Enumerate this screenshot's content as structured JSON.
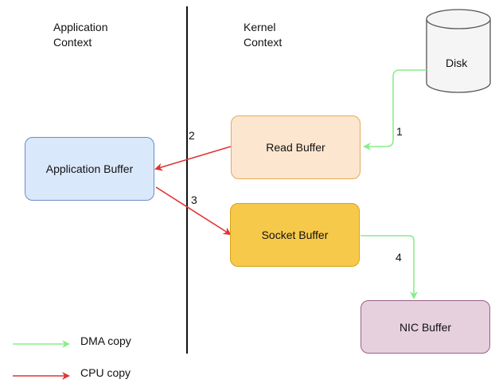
{
  "contexts": {
    "application": "Application\nContext",
    "kernel": "Kernel\nContext"
  },
  "nodes": {
    "disk": "Disk",
    "read_buffer": "Read Buffer",
    "application_buffer": "Application Buffer",
    "socket_buffer": "Socket Buffer",
    "nic_buffer": "NIC Buffer"
  },
  "steps": {
    "s1": "1",
    "s2": "2",
    "s3": "3",
    "s4": "4"
  },
  "legend": {
    "dma": "DMA copy",
    "cpu": "CPU copy"
  },
  "colors": {
    "dma_arrow": "#88ee88",
    "cpu_arrow": "#e03333",
    "read_fill": "#fde6cf",
    "read_border": "#e8a95b",
    "app_fill": "#dae8fc",
    "app_border": "#6c8ebf",
    "socket_fill": "#f7c94b",
    "socket_border": "#d6a21a",
    "nic_fill": "#e6d0de",
    "nic_border": "#996185"
  }
}
